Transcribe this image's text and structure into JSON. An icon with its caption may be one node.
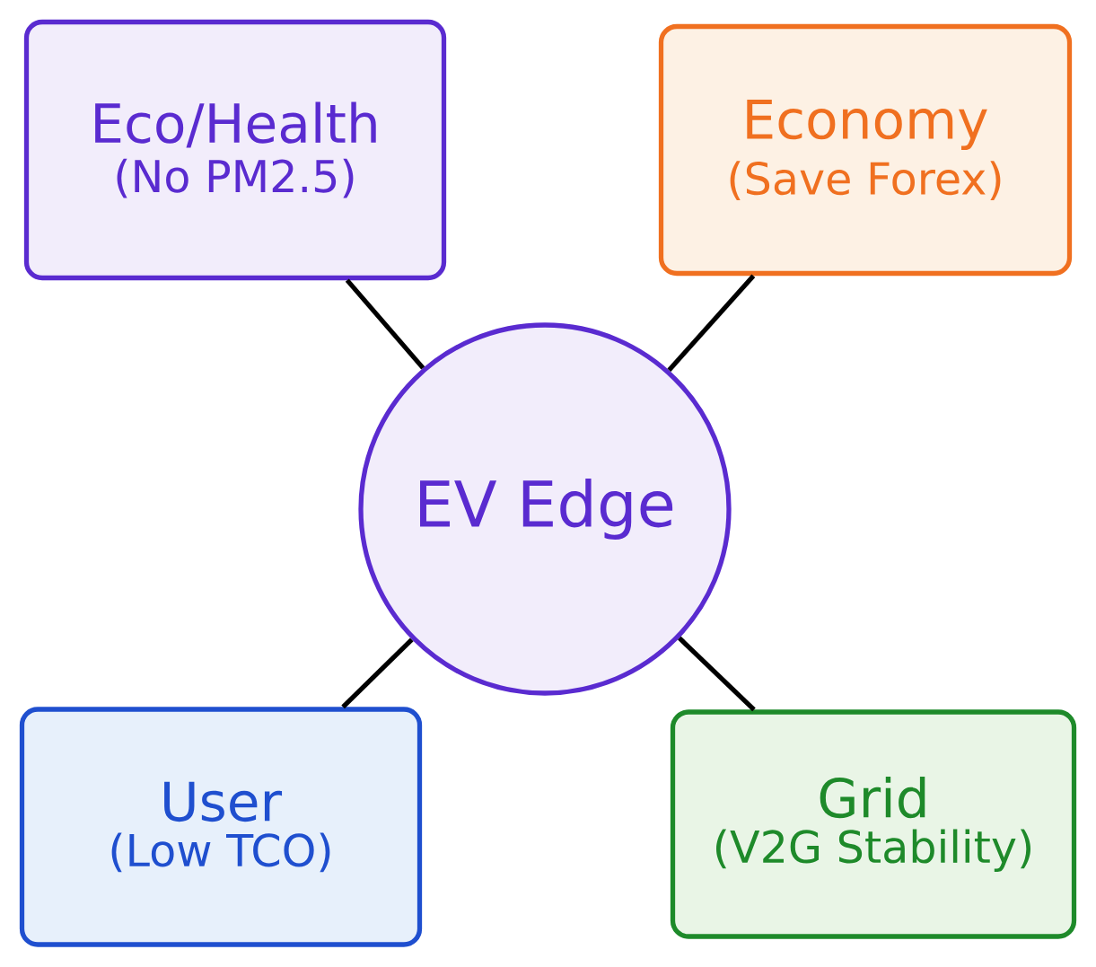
{
  "diagram": {
    "nodes": [
      {
        "text": [
          "Eco/Health",
          "(No PM2.5)"
        ]
      },
      {
        "text": [
          "Economy",
          "(Save Forex)"
        ]
      },
      {
        "text": [
          "EV Edge"
        ]
      },
      {
        "text": [
          "User",
          "(Low TCO)"
        ]
      },
      {
        "text": [
          "Grid",
          "(V2G Stability)"
        ]
      }
    ],
    "edges": [
      {
        "from": 2,
        "to": 0,
        "arrow": "none"
      },
      {
        "from": 2,
        "to": 1,
        "arrow": "none"
      },
      {
        "from": 2,
        "to": 3,
        "arrow": "none"
      },
      {
        "from": 2,
        "to": 4,
        "arrow": "none"
      }
    ]
  }
}
